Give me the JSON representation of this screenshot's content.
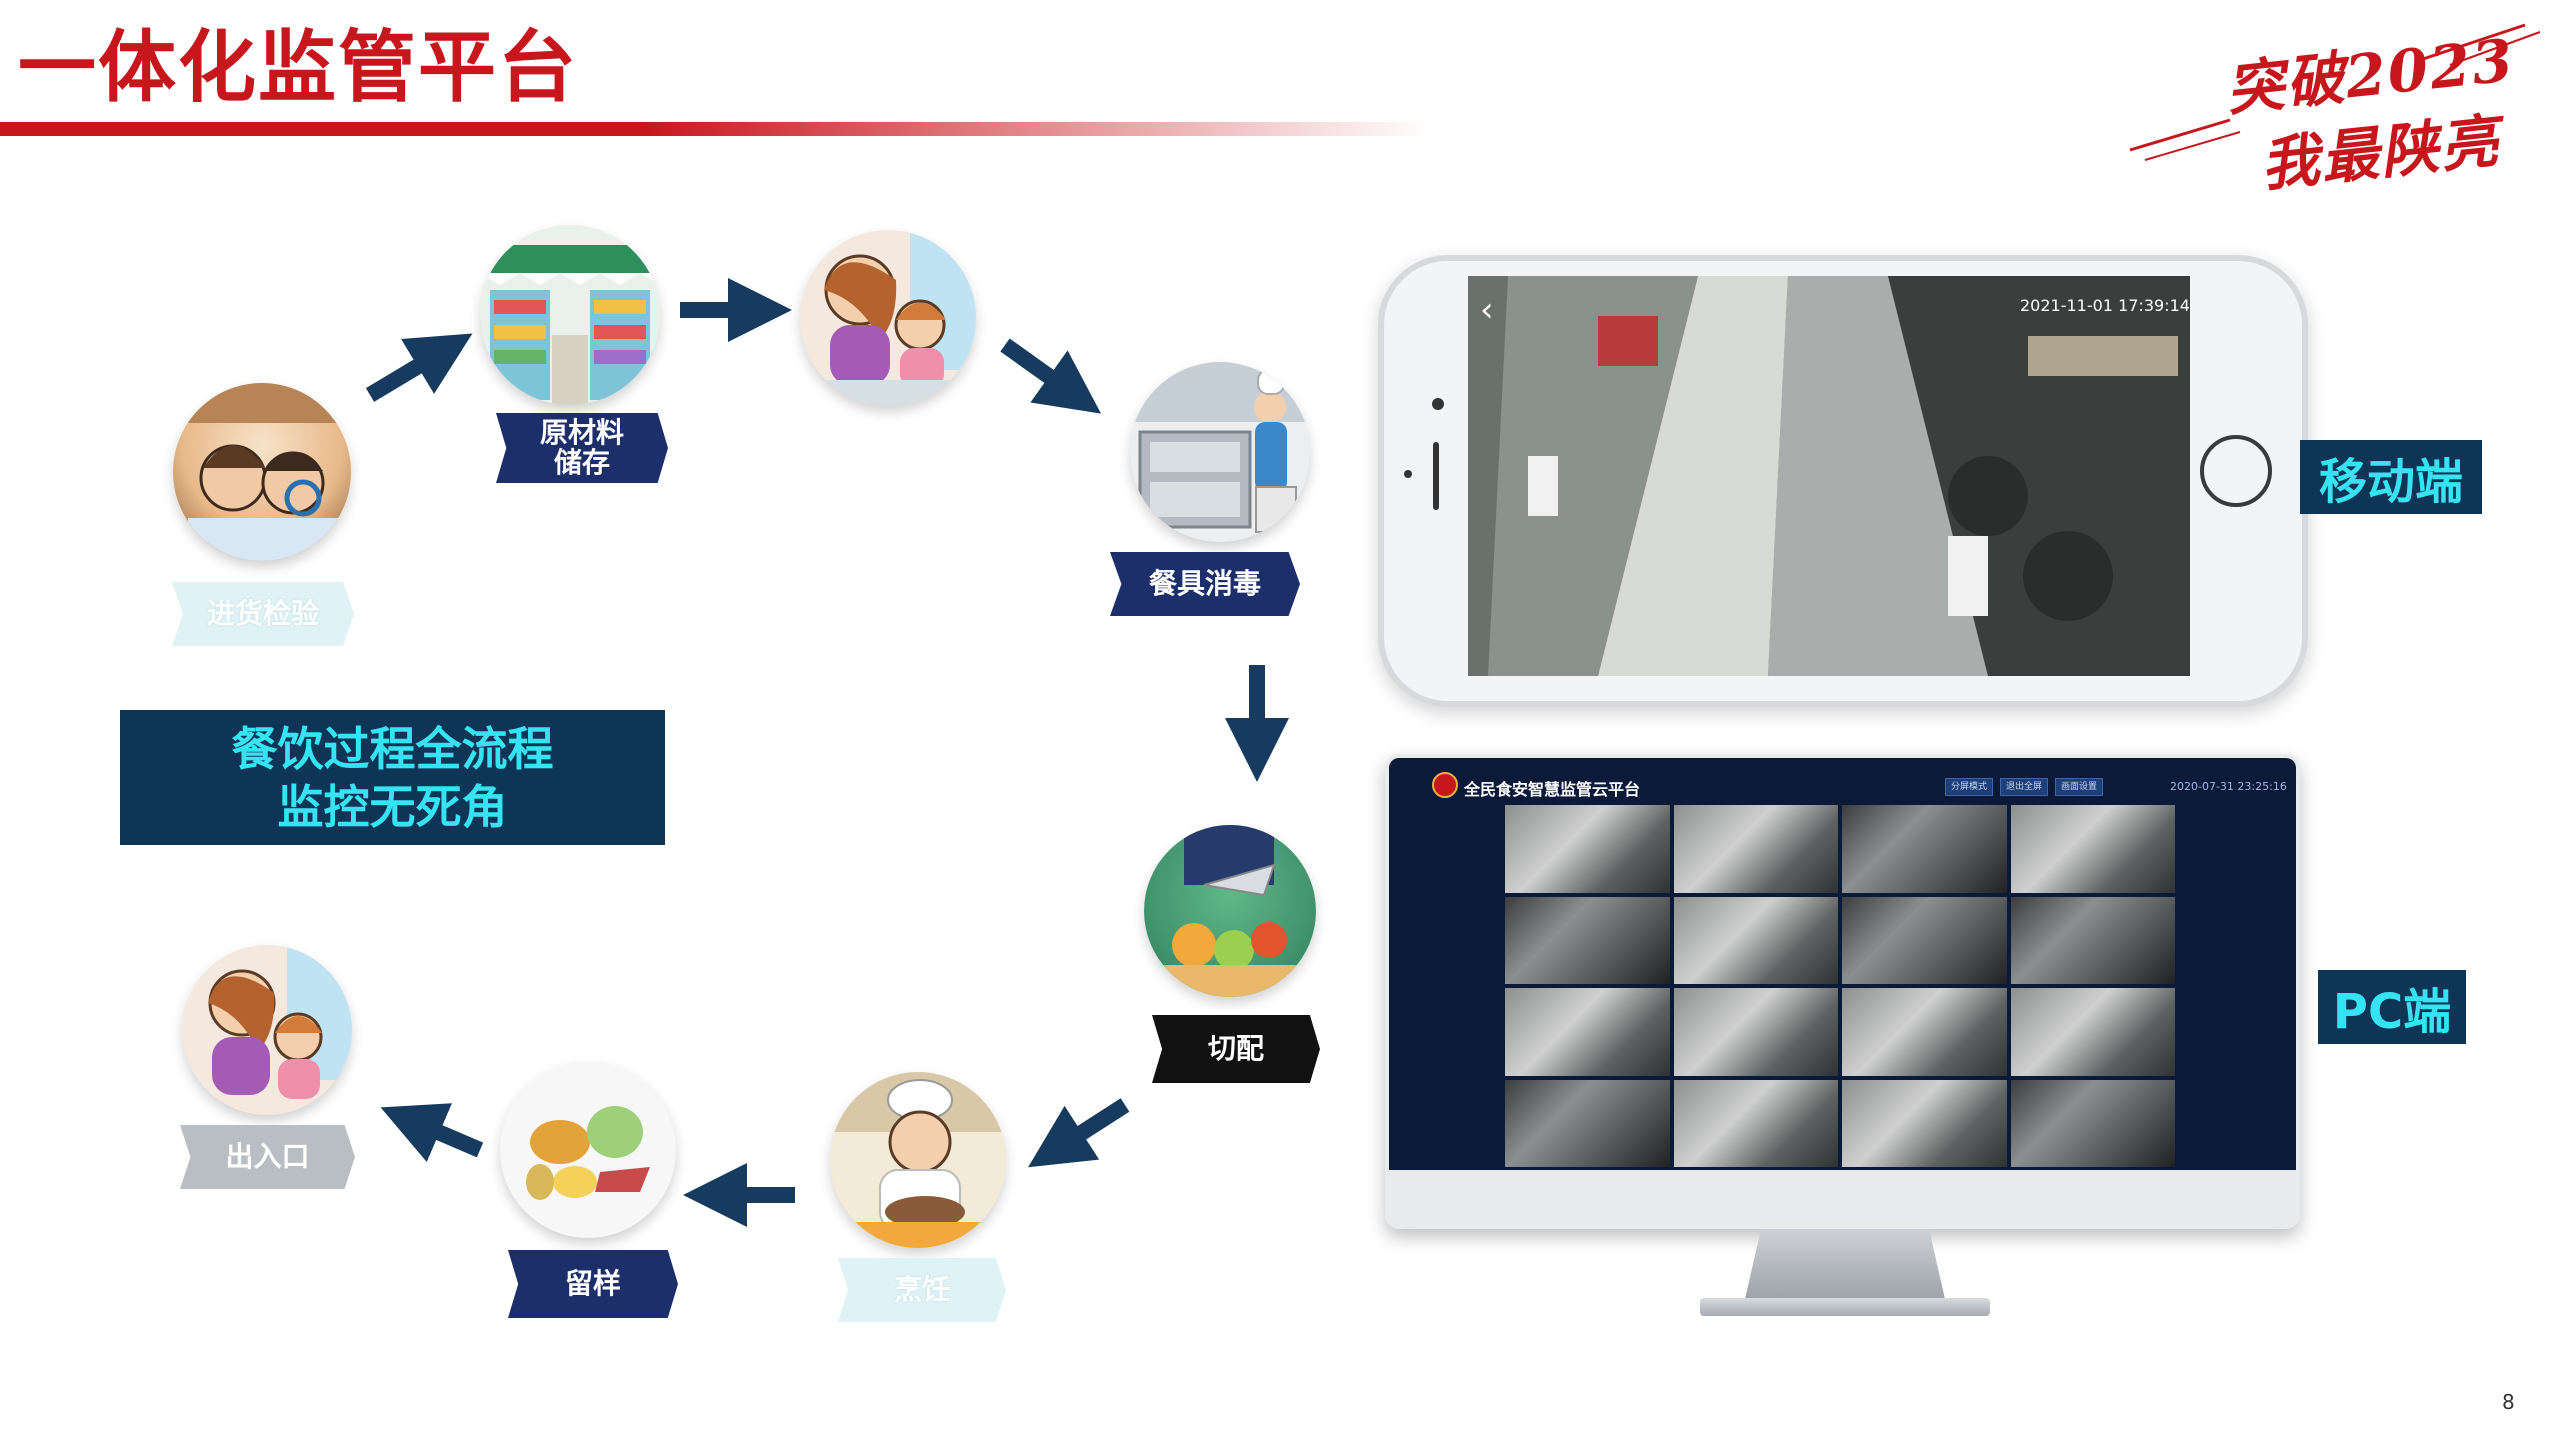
{
  "header": {
    "title": "一体化监管平台",
    "slogan_line1": "突破2023",
    "slogan_line2": "我最陕亮"
  },
  "process": {
    "steps": [
      {
        "id": "inspection",
        "label": "进货检验",
        "style": "light"
      },
      {
        "id": "storage",
        "label_line1": "原材料",
        "label_line2": "储存",
        "style": "navy"
      },
      {
        "id": "washing",
        "label": "",
        "style": "none"
      },
      {
        "id": "disinfection",
        "label": "餐具消毒",
        "style": "navy"
      },
      {
        "id": "cutting",
        "label": "切配",
        "style": "black"
      },
      {
        "id": "cooking",
        "label": "烹饪",
        "style": "light"
      },
      {
        "id": "sample",
        "label": "留样",
        "style": "navy"
      },
      {
        "id": "exit",
        "label": "出入口",
        "style": "gray"
      }
    ]
  },
  "infobox": {
    "line1": "餐饮过程全流程",
    "line2": "监控无死角"
  },
  "mobile": {
    "tag": "移动端",
    "timestamp": "2021-11-01 17:39:14",
    "back_icon": "chevron-left-icon"
  },
  "pc": {
    "tag": "PC端",
    "platform_title": "全民食安智慧监管云平台",
    "date": "2020-07-31 23:25:16",
    "toolbar_buttons": [
      "分屏模式",
      "退出全屏",
      "画面设置"
    ]
  },
  "colors": {
    "brand_red": "#c8161d",
    "navy": "#1c2f6b",
    "box_blue": "#0f3556",
    "cyan_text": "#36e3f2"
  },
  "page_number": "8"
}
